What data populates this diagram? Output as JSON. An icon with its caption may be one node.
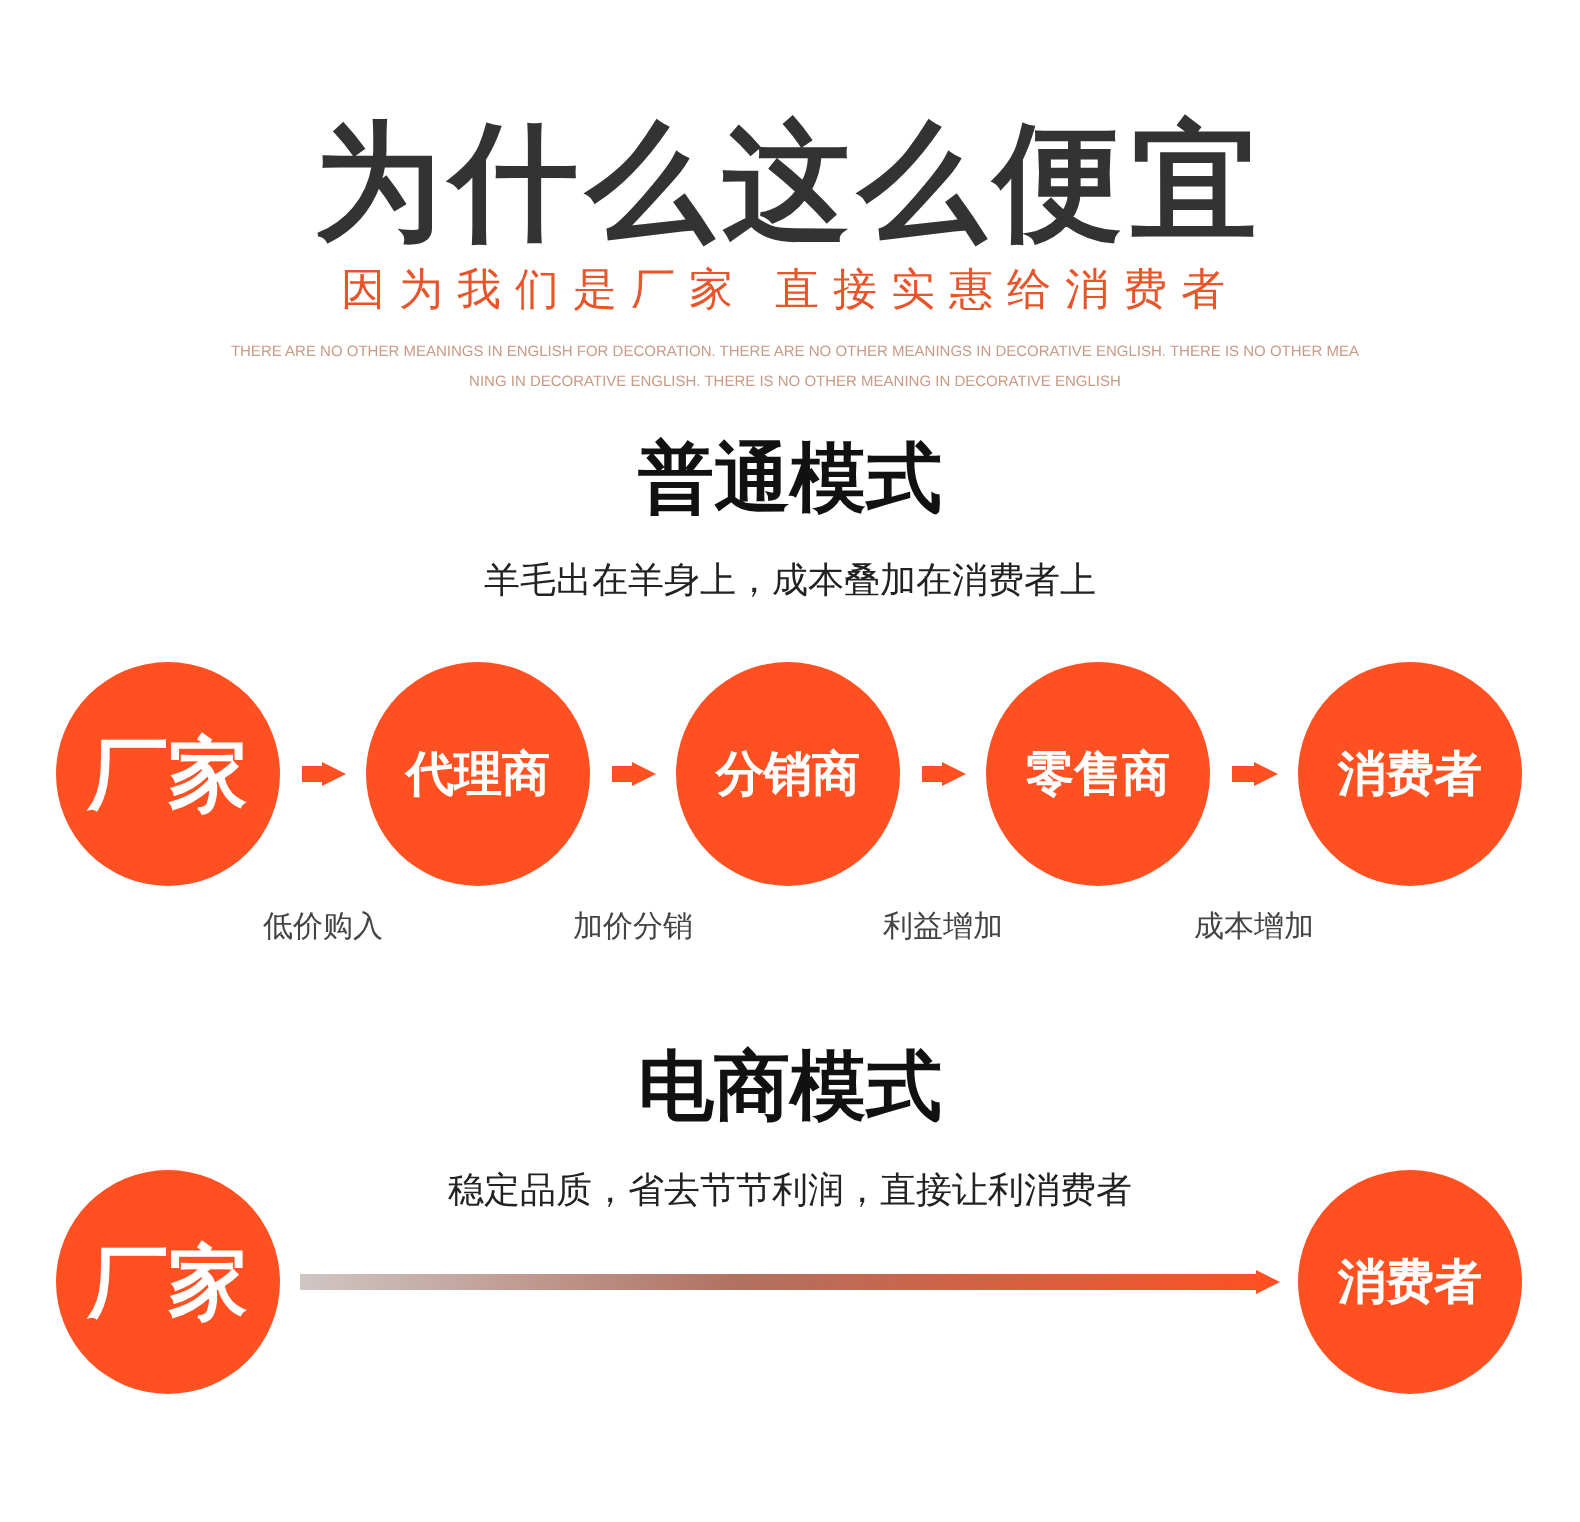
{
  "diagram": {
    "title": "为什么这么便宜",
    "nodes": [
      {
        "text": [
          "厂家"
        ]
      },
      {
        "text": [
          "代理商"
        ]
      },
      {
        "text": [
          "分销商"
        ]
      },
      {
        "text": [
          "零售商"
        ]
      },
      {
        "text": [
          "消费者"
        ]
      },
      {
        "text": [
          "厂家"
        ]
      },
      {
        "text": [
          "消费者"
        ]
      }
    ],
    "edges": [
      {
        "from": 0,
        "to": 1,
        "arrow": "to",
        "label": "低价购入"
      },
      {
        "from": 1,
        "to": 2,
        "arrow": "to",
        "label": "加价分销"
      },
      {
        "from": 2,
        "to": 3,
        "arrow": "to",
        "label": "利益增加"
      },
      {
        "from": 3,
        "to": 4,
        "arrow": "to",
        "label": "成本增加"
      },
      {
        "from": 5,
        "to": 6,
        "arrow": "to"
      }
    ],
    "labels": [
      "因为我们是厂家 直接实惠给消费者",
      "THERE ARE NO OTHER MEANINGS IN ENGLISH FOR DECORATION. THERE ARE NO OTHER MEANINGS IN DECORATIVE ENGLISH. THERE IS NO OTHER MEANING IN DECORATIVE ENGLISH. THERE IS NO OTHER MEANING IN DECORATIVE ENGLISH",
      "普通模式",
      "羊毛出在羊身上，成本叠加在消费者上",
      "电商模式",
      "稳定品质，省去节节利润，直接让利消费者"
    ]
  }
}
